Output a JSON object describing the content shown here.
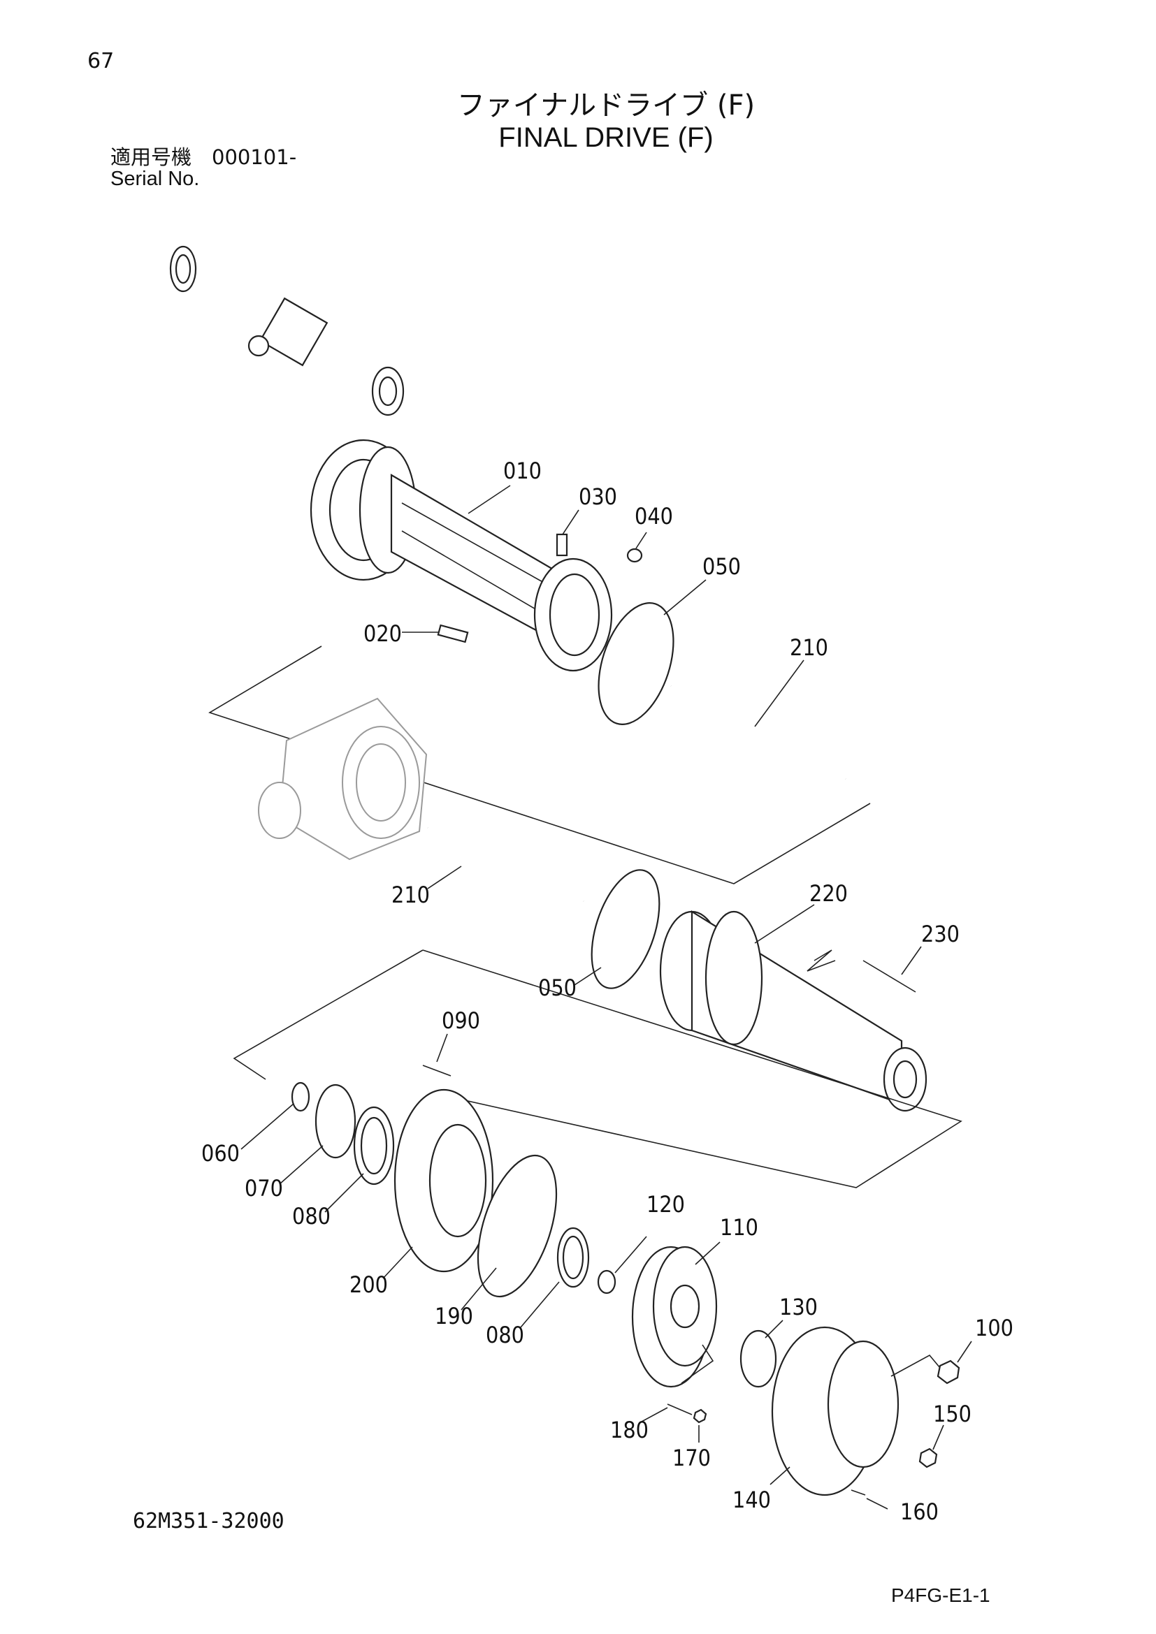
{
  "header": {
    "page_number": "67",
    "title_jp": "ファイナルドライブ (F)",
    "title_en": "FINAL DRIVE (F)",
    "serial_label_jp": "適用号機　000101-",
    "serial_label_en": "Serial No."
  },
  "footer": {
    "ref_code": "62M351-32000",
    "page_code": "P4FG-E1-1"
  },
  "parts": [
    {
      "id": "010",
      "label": "010"
    },
    {
      "id": "020",
      "label": "020"
    },
    {
      "id": "030",
      "label": "030"
    },
    {
      "id": "040",
      "label": "040"
    },
    {
      "id": "050a",
      "label": "050"
    },
    {
      "id": "210a",
      "label": "210"
    },
    {
      "id": "210b",
      "label": "210"
    },
    {
      "id": "050b",
      "label": "050"
    },
    {
      "id": "220",
      "label": "220"
    },
    {
      "id": "230",
      "label": "230"
    },
    {
      "id": "090",
      "label": "090"
    },
    {
      "id": "060",
      "label": "060"
    },
    {
      "id": "070",
      "label": "070"
    },
    {
      "id": "080a",
      "label": "080"
    },
    {
      "id": "200",
      "label": "200"
    },
    {
      "id": "190",
      "label": "190"
    },
    {
      "id": "080b",
      "label": "080"
    },
    {
      "id": "120",
      "label": "120"
    },
    {
      "id": "110",
      "label": "110"
    },
    {
      "id": "130",
      "label": "130"
    },
    {
      "id": "100",
      "label": "100"
    },
    {
      "id": "150",
      "label": "150"
    },
    {
      "id": "180",
      "label": "180"
    },
    {
      "id": "170",
      "label": "170"
    },
    {
      "id": "140",
      "label": "140"
    },
    {
      "id": "160",
      "label": "160"
    }
  ]
}
